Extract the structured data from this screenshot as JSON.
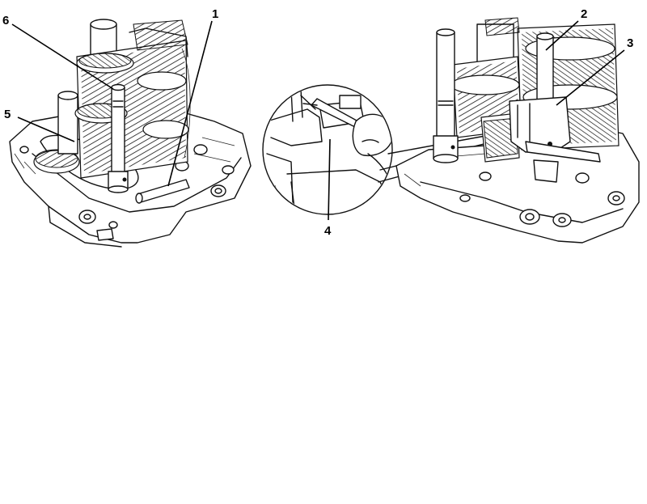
{
  "callouts": [
    {
      "id": "1",
      "label": "1"
    },
    {
      "id": "2",
      "label": "2"
    },
    {
      "id": "3",
      "label": "3"
    },
    {
      "id": "4",
      "label": "4"
    },
    {
      "id": "5",
      "label": "5"
    },
    {
      "id": "6",
      "label": "6"
    }
  ],
  "colors": {
    "line": "#111111",
    "background": "#ffffff"
  }
}
